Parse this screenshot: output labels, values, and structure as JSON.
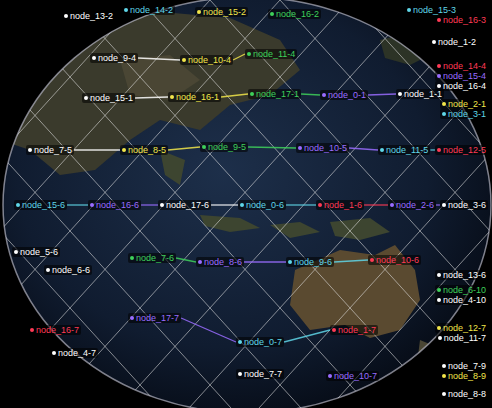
{
  "diagram": {
    "nodes": [
      {
        "text": [
          "node_13-2"
        ]
      },
      {
        "text": [
          "node_14-2"
        ]
      },
      {
        "text": [
          "node_15-2"
        ]
      },
      {
        "text": [
          "node_16-2"
        ]
      },
      {
        "text": [
          "node_15-3"
        ]
      },
      {
        "text": [
          "node_16-3"
        ]
      },
      {
        "text": [
          "node_1-2"
        ]
      },
      {
        "text": [
          "node_14-4"
        ]
      },
      {
        "text": [
          "node_15-4"
        ]
      },
      {
        "text": [
          "node_16-4"
        ]
      },
      {
        "text": [
          "node_9-4"
        ]
      },
      {
        "text": [
          "node_10-4"
        ]
      },
      {
        "text": [
          "node_11-4"
        ]
      },
      {
        "text": [
          "node_15-1"
        ]
      },
      {
        "text": [
          "node_16-1"
        ]
      },
      {
        "text": [
          "node_17-1"
        ]
      },
      {
        "text": [
          "node_0-1"
        ]
      },
      {
        "text": [
          "node_1-1"
        ]
      },
      {
        "text": [
          "node_2-1"
        ]
      },
      {
        "text": [
          "node_3-1"
        ]
      },
      {
        "text": [
          "node_7-5"
        ]
      },
      {
        "text": [
          "node_8-5"
        ]
      },
      {
        "text": [
          "node_9-5"
        ]
      },
      {
        "text": [
          "node_10-5"
        ]
      },
      {
        "text": [
          "node_11-5"
        ]
      },
      {
        "text": [
          "node_12-5"
        ]
      },
      {
        "text": [
          "node_15-6"
        ]
      },
      {
        "text": [
          "node_16-6"
        ]
      },
      {
        "text": [
          "node_17-6"
        ]
      },
      {
        "text": [
          "node_0-6"
        ]
      },
      {
        "text": [
          "node_1-6"
        ]
      },
      {
        "text": [
          "node_2-6"
        ]
      },
      {
        "text": [
          "node_3-6"
        ]
      },
      {
        "text": [
          "node_5-6"
        ]
      },
      {
        "text": [
          "node_6-6"
        ]
      },
      {
        "text": [
          "node_7-6"
        ]
      },
      {
        "text": [
          "node_8-6"
        ]
      },
      {
        "text": [
          "node_9-6"
        ]
      },
      {
        "text": [
          "node_10-6"
        ]
      },
      {
        "text": [
          "node_13-6"
        ]
      },
      {
        "text": [
          "node_6-10"
        ]
      },
      {
        "text": [
          "node_4-10"
        ]
      },
      {
        "text": [
          "node_16-7"
        ]
      },
      {
        "text": [
          "node_17-7"
        ]
      },
      {
        "text": [
          "node_0-7"
        ]
      },
      {
        "text": [
          "node_1-7"
        ]
      },
      {
        "text": [
          "node_12-7"
        ]
      },
      {
        "text": [
          "node_11-7"
        ]
      },
      {
        "text": [
          "node_4-7"
        ]
      },
      {
        "text": [
          "node_7-7"
        ]
      },
      {
        "text": [
          "node_10-7"
        ]
      },
      {
        "text": [
          "node_7-9"
        ]
      },
      {
        "text": [
          "node_8-9"
        ]
      },
      {
        "text": [
          "node_8-8"
        ]
      }
    ],
    "edges": [
      {
        "from": 10,
        "to": 11,
        "arrow": "none"
      },
      {
        "from": 11,
        "to": 12,
        "arrow": "none"
      },
      {
        "from": 13,
        "to": 14,
        "arrow": "none"
      },
      {
        "from": 14,
        "to": 15,
        "arrow": "none"
      },
      {
        "from": 15,
        "to": 16,
        "arrow": "none"
      },
      {
        "from": 16,
        "to": 17,
        "arrow": "none"
      },
      {
        "from": 20,
        "to": 21,
        "arrow": "none"
      },
      {
        "from": 21,
        "to": 22,
        "arrow": "none"
      },
      {
        "from": 22,
        "to": 23,
        "arrow": "none"
      },
      {
        "from": 23,
        "to": 24,
        "arrow": "none"
      },
      {
        "from": 24,
        "to": 25,
        "arrow": "none"
      },
      {
        "from": 26,
        "to": 27,
        "arrow": "none"
      },
      {
        "from": 27,
        "to": 28,
        "arrow": "none"
      },
      {
        "from": 28,
        "to": 29,
        "arrow": "none"
      },
      {
        "from": 29,
        "to": 30,
        "arrow": "none"
      },
      {
        "from": 30,
        "to": 31,
        "arrow": "none"
      },
      {
        "from": 31,
        "to": 32,
        "arrow": "none"
      },
      {
        "from": 35,
        "to": 36,
        "arrow": "none"
      },
      {
        "from": 36,
        "to": 37,
        "arrow": "none"
      },
      {
        "from": 37,
        "to": 38,
        "arrow": "none"
      },
      {
        "from": 43,
        "to": 44,
        "arrow": "none"
      },
      {
        "from": 44,
        "to": 45,
        "arrow": "none"
      }
    ]
  }
}
